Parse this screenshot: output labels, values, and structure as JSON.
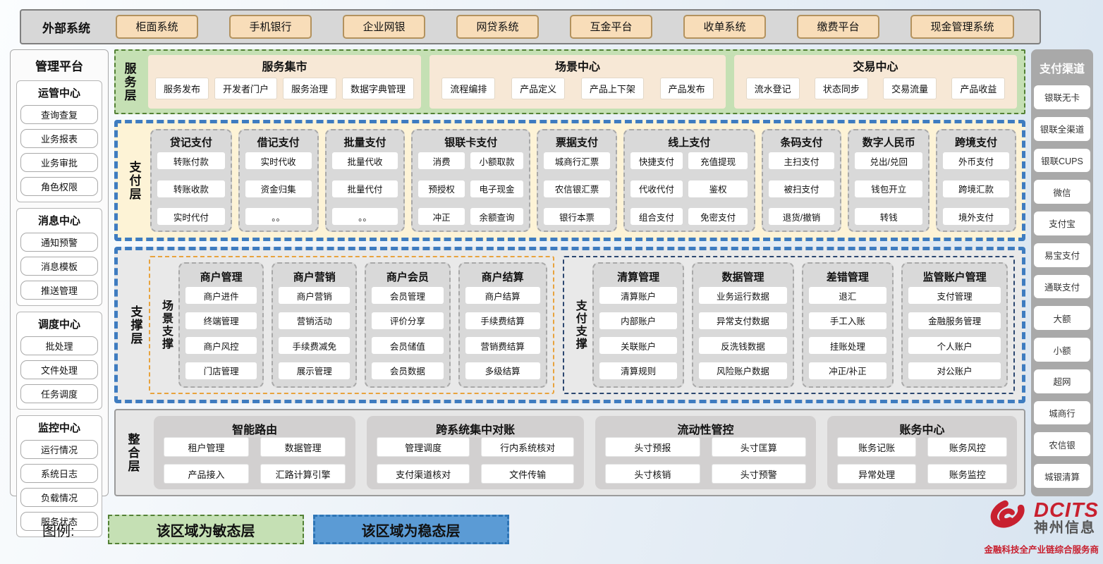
{
  "external": {
    "title": "外部系统",
    "systems": [
      "柜面系统",
      "手机银行",
      "企业网银",
      "网贷系统",
      "互金平台",
      "收单系统",
      "缴费平台",
      "现金管理系统"
    ]
  },
  "management": {
    "title": "管理平台",
    "groups": [
      {
        "title": "运管中心",
        "items": [
          "查询查复",
          "业务报表",
          "业务审批",
          "角色权限"
        ]
      },
      {
        "title": "消息中心",
        "items": [
          "通知预警",
          "消息模板",
          "推送管理"
        ]
      },
      {
        "title": "调度中心",
        "items": [
          "批处理",
          "文件处理",
          "任务调度"
        ]
      },
      {
        "title": "监控中心",
        "items": [
          "运行情况",
          "系统日志",
          "负载情况",
          "服务状态"
        ]
      }
    ]
  },
  "channels": {
    "title": "支付渠道",
    "items": [
      "银联无卡",
      "银联全渠道",
      "银联CUPS",
      "微信",
      "支付宝",
      "易宝支付",
      "通联支付",
      "大额",
      "小额",
      "超网",
      "城商行",
      "农信银",
      "城银清算"
    ]
  },
  "service_layer": {
    "label": "服务层",
    "groups": [
      {
        "title": "服务集市",
        "items": [
          "服务发布",
          "开发者门户",
          "服务治理",
          "数据字典管理"
        ]
      },
      {
        "title": "场景中心",
        "items": [
          "流程编排",
          "产品定义",
          "产品上下架",
          "产品发布"
        ]
      },
      {
        "title": "交易中心",
        "items": [
          "流水登记",
          "状态同步",
          "交易流量",
          "产品收益"
        ]
      }
    ]
  },
  "payment_layer": {
    "label": "支付层",
    "columns": [
      {
        "title": "贷记支付",
        "items": [
          "转账付款",
          "转账收款",
          "实时代付"
        ]
      },
      {
        "title": "借记支付",
        "items": [
          "实时代收",
          "资金归集",
          "。。"
        ]
      },
      {
        "title": "批量支付",
        "items": [
          "批量代收",
          "批量代付",
          "。。"
        ]
      },
      {
        "title": "银联卡支付",
        "items": [
          "消费",
          "小额取款",
          "预授权",
          "电子现金",
          "冲正",
          "余额查询"
        ]
      },
      {
        "title": "票据支付",
        "items": [
          "城商行汇票",
          "农信银汇票",
          "银行本票"
        ]
      },
      {
        "title": "线上支付",
        "items": [
          "快捷支付",
          "充值提现",
          "代收代付",
          "鉴权",
          "组合支付",
          "免密支付"
        ]
      },
      {
        "title": "条码支付",
        "items": [
          "主扫支付",
          "被扫支付",
          "退货/撤销"
        ]
      },
      {
        "title": "数字人民币",
        "items": [
          "兑出/兑回",
          "钱包开立",
          "转钱"
        ]
      },
      {
        "title": "跨境支付",
        "items": [
          "外币支付",
          "跨境汇款",
          "境外支付"
        ]
      }
    ]
  },
  "support_layer": {
    "label": "支撑层",
    "sections": [
      {
        "label": "场景支撑",
        "columns": [
          {
            "title": "商户管理",
            "items": [
              "商户进件",
              "终端管理",
              "商户风控",
              "门店管理"
            ]
          },
          {
            "title": "商户营销",
            "items": [
              "商户营销",
              "营销活动",
              "手续费减免",
              "展示管理"
            ]
          },
          {
            "title": "商户会员",
            "items": [
              "会员管理",
              "评价分享",
              "会员储值",
              "会员数据"
            ]
          },
          {
            "title": "商户结算",
            "items": [
              "商户结算",
              "手续费结算",
              "营销费结算",
              "多级结算"
            ]
          }
        ]
      },
      {
        "label": "支付支撑",
        "columns": [
          {
            "title": "清算管理",
            "items": [
              "清算账户",
              "内部账户",
              "关联账户",
              "清算规则"
            ]
          },
          {
            "title": "数据管理",
            "items": [
              "业务运行数据",
              "异常支付数据",
              "反洗钱数据",
              "风险账户数据"
            ]
          },
          {
            "title": "差错管理",
            "items": [
              "退汇",
              "手工入账",
              "挂账处理",
              "冲正/补正"
            ]
          },
          {
            "title": "监管账户管理",
            "items": [
              "支付管理",
              "金融服务管理",
              "个人账户",
              "对公账户"
            ]
          }
        ]
      }
    ]
  },
  "integration_layer": {
    "label": "整合层",
    "groups": [
      {
        "title": "智能路由",
        "items": [
          "租户管理",
          "数据管理",
          "产品接入",
          "汇路计算引擎"
        ]
      },
      {
        "title": "跨系统集中对账",
        "items": [
          "管理调度",
          "行内系统核对",
          "支付渠道核对",
          "文件传输"
        ]
      },
      {
        "title": "流动性管控",
        "items": [
          "头寸预报",
          "头寸匡算",
          "头寸核销",
          "头寸预警"
        ]
      },
      {
        "title": "账务中心",
        "items": [
          "账务记账",
          "账务风控",
          "异常处理",
          "账务监控"
        ]
      }
    ]
  },
  "legend": {
    "label": "图例:",
    "agile": "该区域为敏态层",
    "stable": "该区域为稳态层"
  },
  "branding": {
    "logo_text": "DCITS",
    "company": "神州信息",
    "tagline": "金融科技全产业链综合服务商"
  },
  "colors": {
    "agile_green": "#c5e0b4",
    "agile_border": "#538135",
    "stable_blue": "#5b9bd5",
    "stable_border": "#3e7cc0",
    "brand_red": "#c8202f"
  }
}
